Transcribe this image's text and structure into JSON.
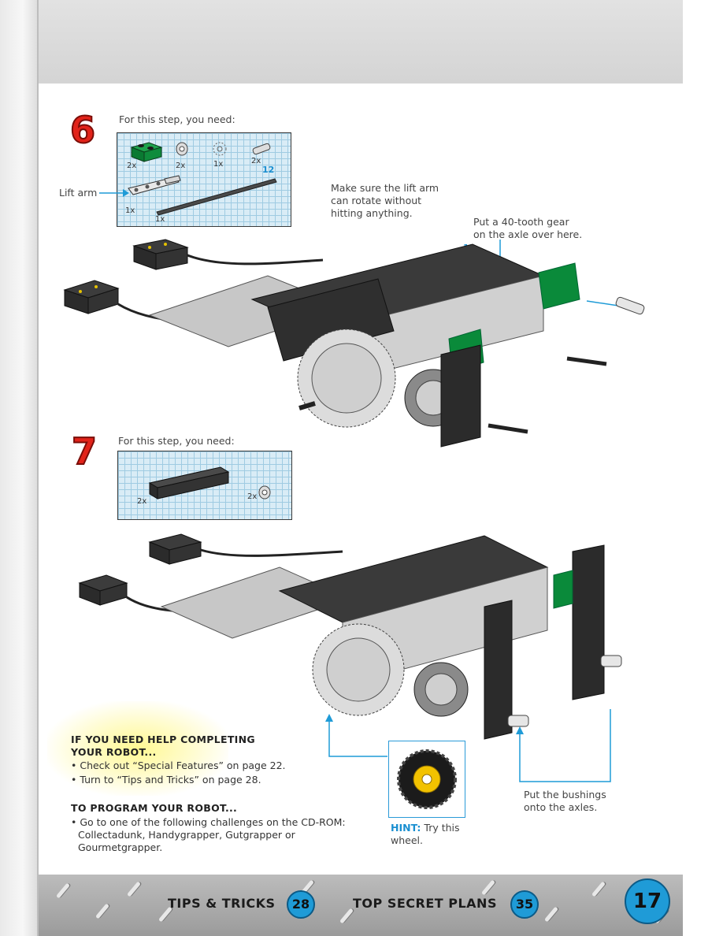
{
  "step6": {
    "number": "6",
    "need_label": "For this step, you need:",
    "parts_qty": [
      "2x",
      "2x",
      "1x",
      "2x",
      "1x",
      "1x"
    ],
    "axle_length": "12",
    "lift_arm_label": "Lift arm",
    "callout_rotate": [
      "Make sure the lift arm",
      "can rotate without",
      "hitting anything."
    ],
    "callout_gear": [
      "Put a 40-tooth gear",
      "on the axle over here."
    ],
    "gear_axle_length": "12"
  },
  "step7": {
    "number": "7",
    "need_label": "For this step, you need:",
    "parts_qty": [
      "2x",
      "2x"
    ]
  },
  "help": {
    "title_line1": "IF YOU NEED HELP COMPLETING",
    "title_line2": "YOUR ROBOT...",
    "bullets": [
      "• Check out “Special Features” on page 22.",
      "• Turn to “Tips and Tricks” on page 28."
    ],
    "program_title": "TO PROGRAM YOUR ROBOT...",
    "program_lines": [
      "• Go to one of the following challenges on the CD-ROM:",
      "Collectadunk, Handygrapper, Gutgrapper or",
      "Gourmetgrapper."
    ]
  },
  "hint": {
    "label": "HINT:",
    "text_line1": "Try this",
    "text_line2": "wheel."
  },
  "bushings": {
    "line1": "Put the bushings",
    "line2": "onto the axles."
  },
  "footer": {
    "tips_label": "TIPS & TRICKS",
    "tips_page": "28",
    "plans_label": "TOP SECRET PLANS",
    "plans_page": "35",
    "page_number": "17"
  },
  "colors": {
    "step_red": "#e2231a",
    "accent_blue": "#1f9bd7",
    "brick_green": "#0a8a3a",
    "brick_dark": "#3b3b3b",
    "brick_light": "#bfbfbf"
  }
}
